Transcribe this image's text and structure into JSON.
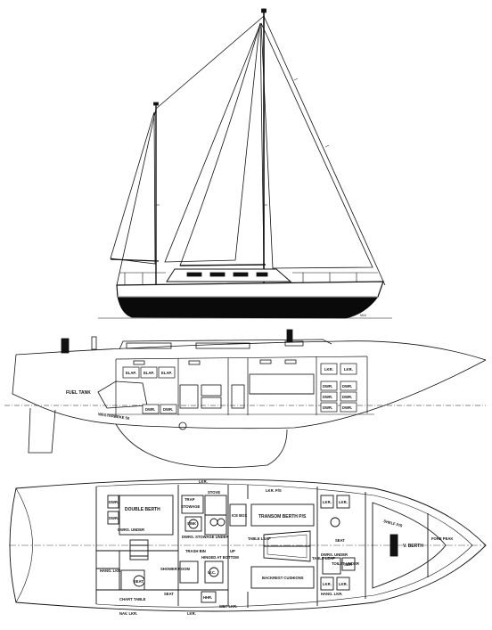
{
  "drawing": {
    "colors": {
      "ink": "#111111",
      "paper": "#ffffff",
      "hull_paint": "#0a0a0a"
    },
    "sail_plan": {
      "label": "MOL"
    },
    "inboard_profile": {
      "labels": {
        "fuel_tank": "FUEL TANK",
        "engine": "WESTERBEKE 50",
        "lkr_1": "LKR.",
        "lkr_2": "LKR.",
        "drawer_1": "DWR.",
        "drawer_2": "DWR.",
        "drawer_3": "DWR.",
        "drawer_4": "DWR.",
        "drawer_5": "DWR.",
        "drawer_6": "DWR.",
        "drawer_7": "DWR.",
        "drawer_8": "DWR.",
        "elap_1": "ELAP.",
        "elap_2": "ELAP.",
        "elap_3": "ELAP."
      }
    },
    "accommodation_plan": {
      "labels": {
        "lkr_top": "LKR.",
        "lkr_ps": "LKR. P/S",
        "dwr_1": "DWR.",
        "dwr_2": "DWR.",
        "double_berth": "DOUBLE BERTH",
        "dwrs_under_aft": "DWRS. UNDER",
        "chart_table": "CHART TABLE",
        "nav_lkr": "NAV. LKR.",
        "hang_lkr_aft": "HANG. LKR.",
        "seat_aft": "SEAT",
        "seat_nav": "SEAT",
        "trap": "TRAP",
        "stowage": "STOWAGE",
        "stove": "STOVE",
        "sink": "SINK",
        "ice_box": "ICE BOX",
        "dwrs_stowage_under": "DWRS. STOWAGE UNDER",
        "trash_bin": "TRASH BIN",
        "hinged_at_bottom": "HINGED AT BOTTOM",
        "shower_room": "SHOWER ROOM",
        "up": "UP",
        "wc": "W.C.",
        "hh": "HHR.",
        "lkr_bottom": "LKR.",
        "wet_lkr": "WET LKR.",
        "transom_berth": "TRANSOM BERTH P/S",
        "table_leaf_1": "TABLE LEAF",
        "table_leaf_2": "TABLE LEAF",
        "backrest_cushions": "BACKREST CUSHIONS",
        "lkr_fwd_1": "LKR.",
        "lkr_fwd_2": "LKR.",
        "shelf_ps": "SHELF P/S",
        "seat_fwd": "SEAT",
        "dwrs_under_fwd": "DWRS. UNDER",
        "toilet_under": "TOILET UNDER",
        "sup": "SUP.",
        "hang_lkr_fwd": "HANG. LKR.",
        "lkr_fwd_3": "LKR.",
        "lkr_fwd_4": "LKR.",
        "v_berth": "V. BERTH",
        "fore_peak": "FORE PEAK"
      }
    }
  }
}
